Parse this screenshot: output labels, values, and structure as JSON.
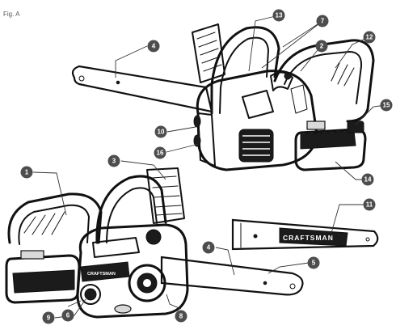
{
  "figure": {
    "label": "Fig. A",
    "sheath_brand": "CRAFTSMAN",
    "housing_brand": "CRAFTSMAN"
  },
  "callouts": [
    "13",
    "7",
    "4",
    "2",
    "12",
    "15",
    "10",
    "16",
    "14",
    "3",
    "1",
    "11",
    "4",
    "5",
    "9",
    "6",
    "8"
  ]
}
